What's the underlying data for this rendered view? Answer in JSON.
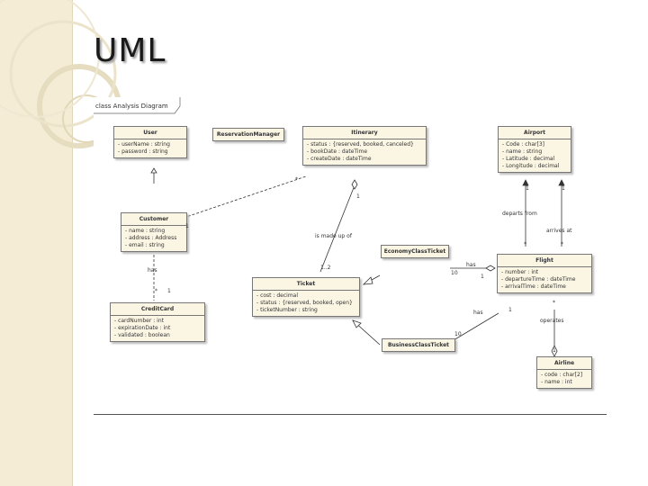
{
  "slide": {
    "title": "UML"
  },
  "diagram": {
    "frame_label": "class Analysis Diagram",
    "classes": {
      "user": {
        "name": "User",
        "attrs": [
          "- userName : string",
          "- password : string"
        ]
      },
      "reservation_manager": {
        "name": "ReservationManager",
        "attrs": []
      },
      "itinerary": {
        "name": "Itinerary",
        "attrs": [
          "- status : {reserved, booked, canceled}",
          "- bookDate : dateTime",
          "- createDate : dateTime"
        ]
      },
      "airport": {
        "name": "Airport",
        "attrs": [
          "- Code : char[3]",
          "- name : string",
          "- Latitude : decimal",
          "- Longitude : decimal"
        ]
      },
      "customer": {
        "name": "Customer",
        "attrs": [
          "- name : string",
          "- address : Address",
          "- email : string"
        ]
      },
      "economy_class_ticket": {
        "name": "EconomyClassTicket",
        "attrs": []
      },
      "flight": {
        "name": "Flight",
        "attrs": [
          "- number : int",
          "- departureTime : dateTime",
          "- arrivalTime : dateTime"
        ]
      },
      "credit_card": {
        "name": "CreditCard",
        "attrs": [
          "- cardNumber : int",
          "- expirationDate : int",
          "- validated : boolean"
        ]
      },
      "ticket": {
        "name": "Ticket",
        "attrs": [
          "- cost : decimal",
          "- status : {reserved, booked, open}",
          "- ticketNumber : string"
        ]
      },
      "business_class_ticket": {
        "name": "BusinessClassTicket",
        "attrs": []
      },
      "airline": {
        "name": "Airline",
        "attrs": [
          "- code : char[2]",
          "- name : int"
        ]
      }
    },
    "labels": {
      "has_customer_card": "has",
      "one_card": "1",
      "star_card": "*",
      "made_up_of": "is made up of",
      "one_itin": "1",
      "one_two_ticket": "1..2",
      "has_flight_econ": "has",
      "econ_mult": "10",
      "flight_mult_econ": "1",
      "has_flight_bus": "has",
      "bus_mult": "10",
      "flight_mult_bus": "1",
      "departs_from": "departs from",
      "arrives_at": "arrives at",
      "operates": "operates",
      "star_a": "*",
      "star_b": "*",
      "one_a": "1",
      "one_b": "1",
      "star_c": "*",
      "one_c": "1",
      "customer_one": "1",
      "customer_star": "*"
    }
  }
}
